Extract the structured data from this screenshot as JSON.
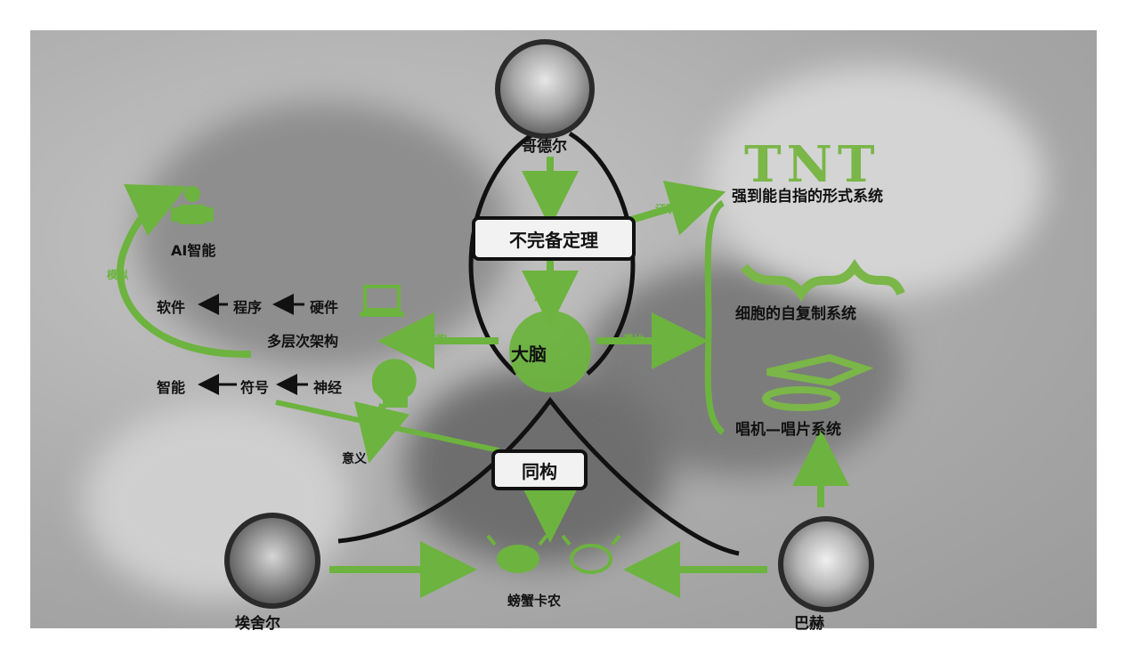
{
  "nodes": {
    "incompleteness": "不完备定理",
    "brain": "大脑",
    "isomorphism": "同构"
  },
  "people": {
    "godel": "哥德尔",
    "escher": "埃舍尔",
    "bach": "巴赫"
  },
  "edges": {
    "discover": "发现",
    "reflect": "反映",
    "structure": "结构",
    "analogy": "类比",
    "proof": "证明",
    "simulate": "模拟",
    "component": "构部"
  },
  "left": {
    "ai": "AI智能",
    "software": "软件",
    "program": "程序",
    "hardware": "硬件",
    "multilevel": "多层次架构",
    "intelligence": "智能",
    "symbol": "符号",
    "neuron": "神经",
    "meaning": "意义"
  },
  "right": {
    "tnt_title": "TNT",
    "formal_system": "强到能自指的形式系统",
    "cell_replication": "细胞的自复制系统",
    "phonograph_system": "唱机—唱片系统"
  },
  "bottom": {
    "crab_canon": "螃蟹卡农"
  },
  "colors": {
    "accent_green": "#6db33f",
    "line_black": "#111111",
    "background_gray": "#b0b0b0"
  },
  "icons": [
    "robot-icon",
    "laptop-icon",
    "head-brain-icon",
    "brain-icon",
    "crab-icon",
    "dna-icon",
    "phonograph-icon"
  ]
}
